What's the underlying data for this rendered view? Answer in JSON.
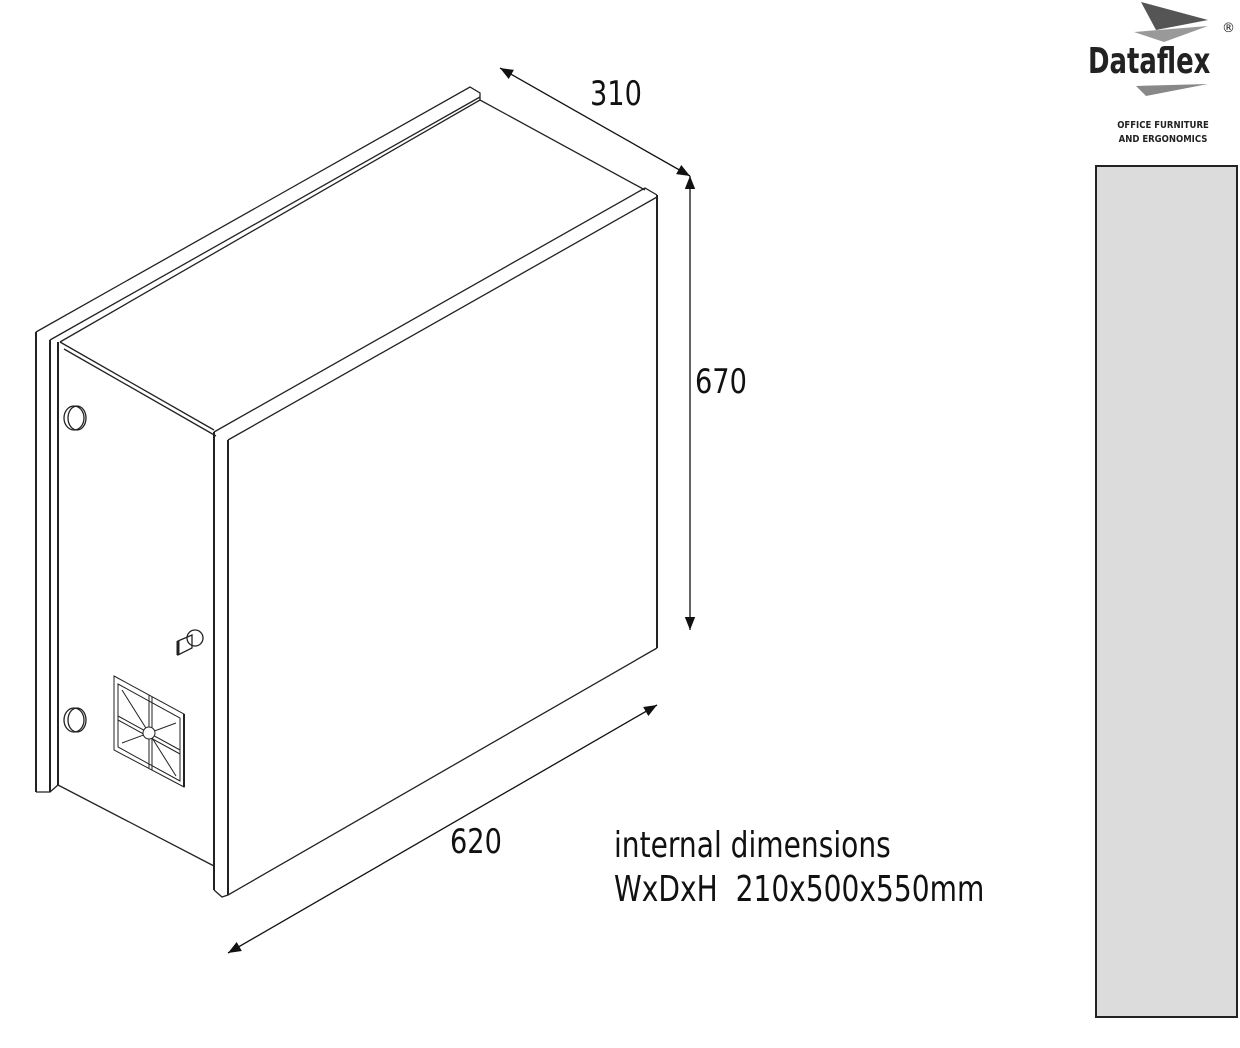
{
  "dimensions": {
    "depth": "310",
    "height": "670",
    "width": "620"
  },
  "note": {
    "line1": "internal dimensions",
    "line2": "WxDxH  210x500x550mm"
  },
  "logo": {
    "brand": "Dataflex",
    "registered": "®",
    "tagline1": "OFFICE FURNITURE",
    "tagline2": "AND ERGONOMICS"
  },
  "colors": {
    "line": "#222222",
    "panel": "#dcdcdc",
    "logo_dark": "#555555",
    "logo_light": "#999999"
  }
}
